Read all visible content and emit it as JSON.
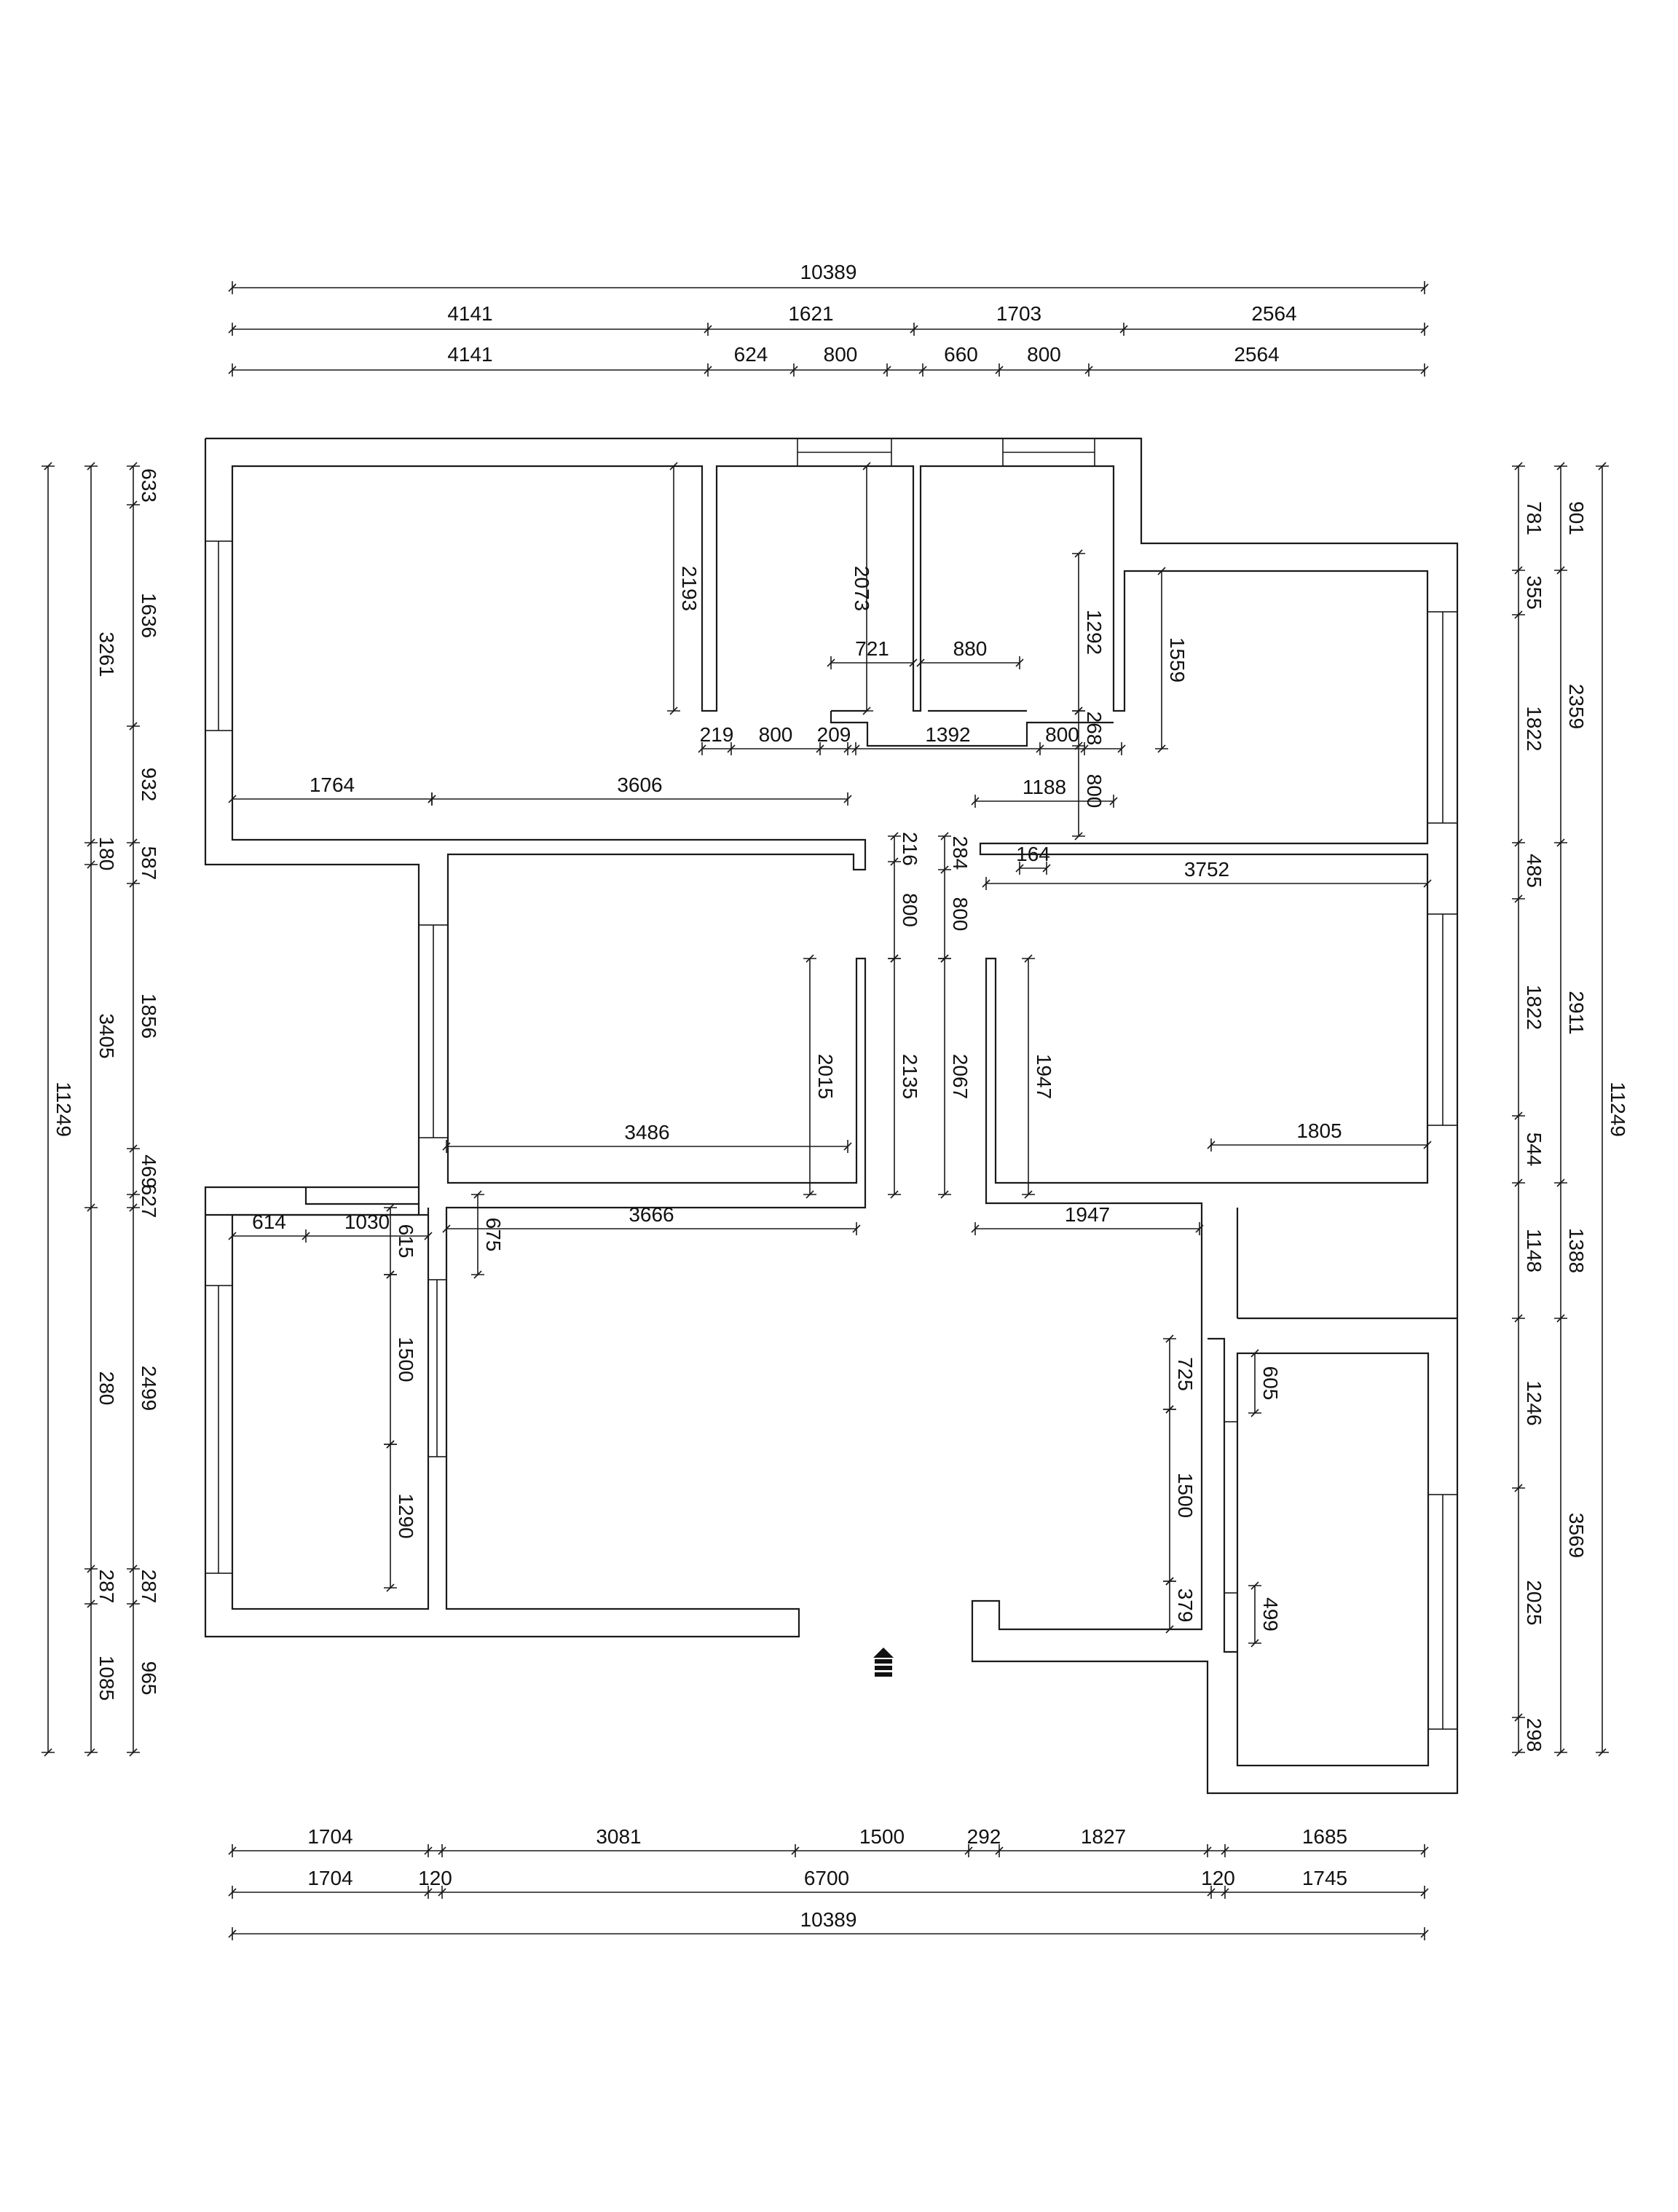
{
  "plan": {
    "top": {
      "total": "10389",
      "mid": [
        "4141",
        "1621",
        "1703",
        "2564"
      ],
      "inner": [
        "4141",
        "624",
        "800",
        "660",
        "800",
        "2564"
      ]
    },
    "bottom": {
      "row1": [
        "1704",
        "3081",
        "1500",
        "292",
        "1827",
        "1685"
      ],
      "row2": [
        "1704",
        "120",
        "6700",
        "120",
        "1745"
      ],
      "total": "10389"
    },
    "left": {
      "total": "11249",
      "mid": [
        "3261",
        "180",
        "3405",
        "280",
        "287",
        "1085"
      ],
      "inner": [
        "633",
        "1636",
        "932",
        "587",
        "1856",
        "469",
        "627",
        "2499",
        "287",
        "965"
      ]
    },
    "right": {
      "total": "11249",
      "inner": [
        "781",
        "355",
        "1822",
        "485",
        "1822",
        "544",
        "1148",
        "1246",
        "2025",
        "298"
      ],
      "mid": [
        "901",
        "2359",
        "2911",
        "1388",
        "3569"
      ]
    },
    "room_h": [
      "219",
      "800",
      "209",
      "1392",
      "800",
      "721",
      "880",
      "1764",
      "3606",
      "1188",
      "3752",
      "164",
      "3486",
      "1805",
      "614",
      "1030",
      "3666",
      "1947"
    ],
    "room_v": [
      "2193",
      "2073",
      "1292",
      "268",
      "1559",
      "800",
      "216",
      "800",
      "284",
      "800",
      "2015",
      "2135",
      "2067",
      "1947",
      "615",
      "675",
      "1500",
      "1290",
      "725",
      "1500",
      "379",
      "605",
      "499"
    ]
  }
}
